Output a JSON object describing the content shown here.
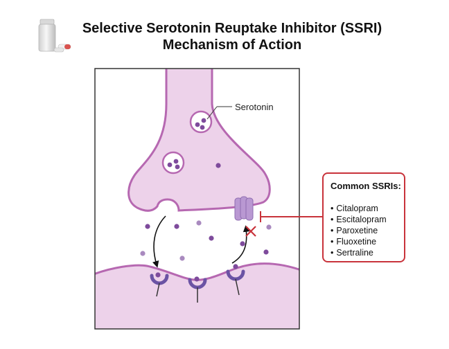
{
  "header": {
    "title_line1": "Selective Serotonin Reuptake Inhibitor (SSRI)",
    "title_line2": "Mechanism of Action"
  },
  "diagram": {
    "serotonin_label": "Serotonin"
  },
  "ssri_box": {
    "title": "Common SSRIs:",
    "items": [
      "Citalopram",
      "Escitalopram",
      "Paroxetine",
      "Fluoxetine",
      "Sertraline"
    ]
  },
  "colors": {
    "membrane": "#b668b1",
    "cytoplasm": "#edd2ea",
    "molecule": "#7e4b9c",
    "molecule_light": "#a98abf",
    "receptor": "#6b53a4",
    "transporter": "#b998d2",
    "inhibitor": "#c8323a",
    "frame": "#333333"
  }
}
